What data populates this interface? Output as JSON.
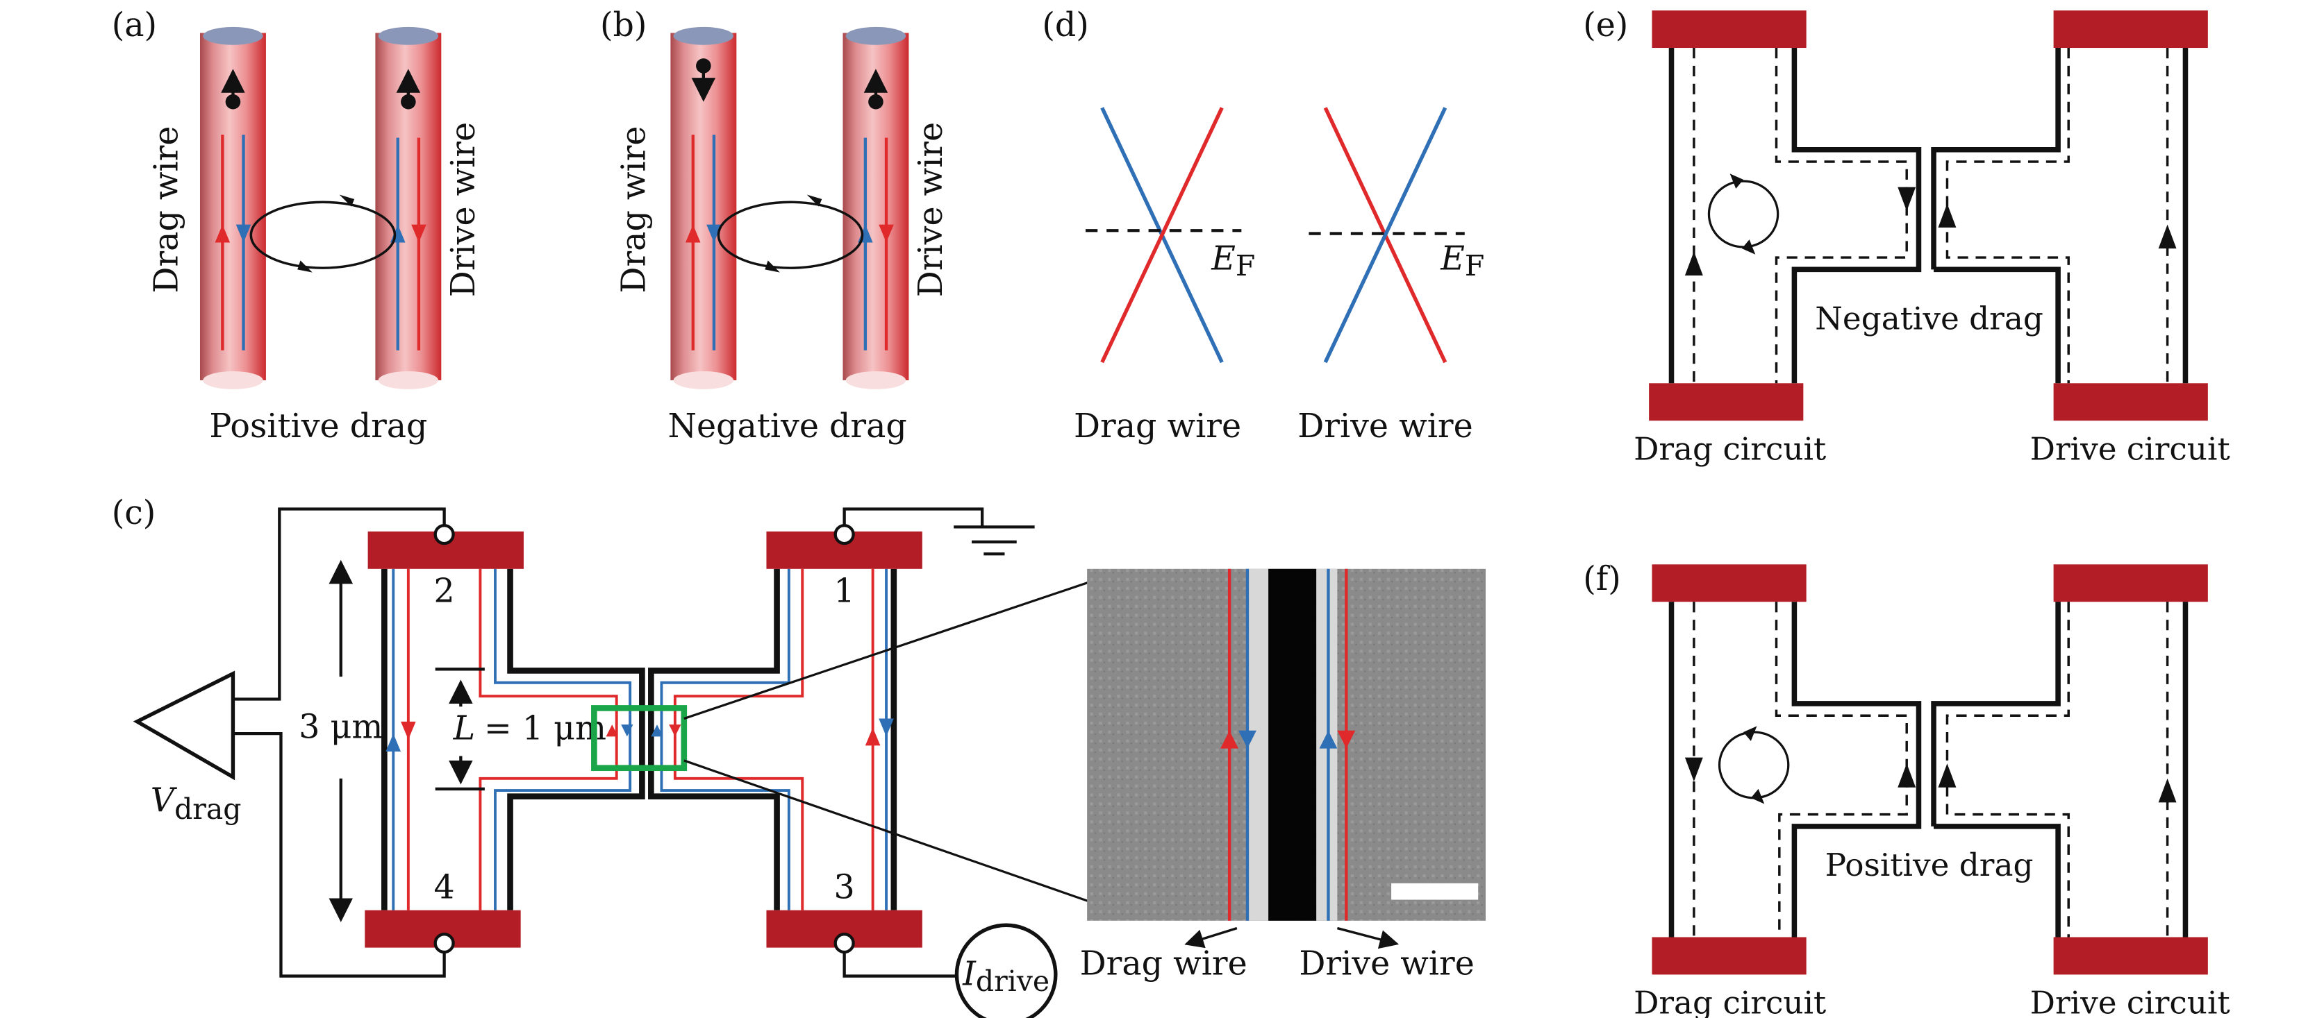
{
  "panels": {
    "a": {
      "label": "(a)",
      "left_wire": "Drag wire",
      "right_wire": "Drive wire",
      "caption": "Positive drag"
    },
    "b": {
      "label": "(b)",
      "left_wire": "Drag wire",
      "right_wire": "Drive wire",
      "caption": "Negative drag"
    },
    "c": {
      "label": "(c)",
      "amplifier_label": "V",
      "amplifier_sub": "drag",
      "length_total": "3 μm",
      "length_L_sym": "L",
      "length_L_val": "= 1 μm",
      "contacts": [
        "1",
        "2",
        "3",
        "4"
      ],
      "source_label": "I",
      "source_sub": "drive",
      "micro_left": "Drag wire",
      "micro_right": "Drive wire"
    },
    "d": {
      "label": "(d)",
      "left_caption": "Drag wire",
      "right_caption": "Drive wire",
      "fermi_sym": "E",
      "fermi_sub": "F"
    },
    "e": {
      "label": "(e)",
      "left_caption": "Drag circuit",
      "right_caption": "Drive circuit",
      "center_caption": "Negative drag"
    },
    "f": {
      "label": "(f)",
      "left_caption": "Drag circuit",
      "right_caption": "Drive circuit",
      "center_caption": "Positive drag"
    }
  },
  "colors": {
    "contact": "#b31d25",
    "spin_red": "#e0292b",
    "spin_blue": "#2f6fb5",
    "box": "#1aa648",
    "wire_body": "#e87a7e"
  }
}
